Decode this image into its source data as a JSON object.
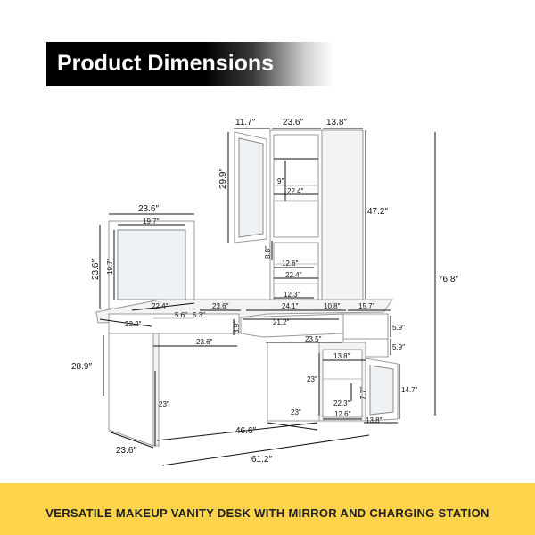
{
  "header": {
    "title": "Product Dimensions"
  },
  "footer": {
    "tagline": "VERSATILE MAKEUP VANITY DESK WITH MIRROR AND CHARGING STATION"
  },
  "dimensions": {
    "d_11_7": "11.7″",
    "d_23_6_top": "23.6″",
    "d_13_8_top": "13.8″",
    "d_29_9": "29.9″",
    "d_9": "9″",
    "d_22_4_a": "22.4″",
    "d_47_2": "47.2″",
    "d_76_8": "76.8″",
    "d_23_6_mirror": "23.6″",
    "d_19_7_w": "19.7″",
    "d_23_6_side": "23.6″",
    "d_19_7_h": "19.7″",
    "d_8_8": "8.8″",
    "d_12_6_a": "12.6″",
    "d_22_4_b": "22.4″",
    "d_12_3": "12.3″",
    "d_22_4_c": "22.4″",
    "d_23_6_d": "23.6″",
    "d_24_1": "24.1″",
    "d_10_8": "10.8″",
    "d_15_7": "15.7″",
    "d_22_2": "22.2″",
    "d_5_6": "5.6″",
    "d_5_3": "5.3″",
    "d_21_2": "21.2″",
    "d_5_9_a": "5.9″",
    "d_3_9": "3.9″",
    "d_23_6_e": "23.6″",
    "d_23_5": "23.5″",
    "d_5_9_b": "5.9″",
    "d_28_9": "28.9″",
    "d_13_8_b": "13.8″",
    "d_23_a": "23″",
    "d_7_7": "7.7″",
    "d_14_7": "14.7″",
    "d_22_3": "22.3″",
    "d_23_b": "23″",
    "d_23_c": "23″",
    "d_12_6_b": "12.6″",
    "d_13_8_c": "13.8″",
    "d_46_6": "46.6″",
    "d_23_6_f": "23.6″",
    "d_61_2": "61.2″"
  }
}
